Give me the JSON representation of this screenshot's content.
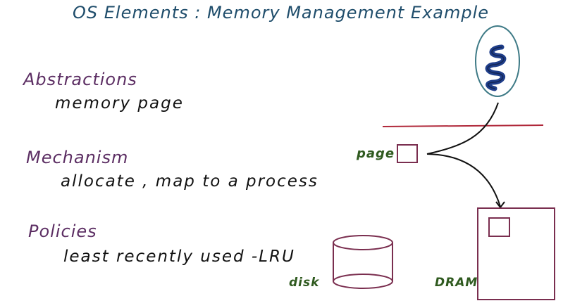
{
  "title": "OS Elements : Memory Management Example",
  "sections": {
    "abstractions": {
      "heading": "Abstractions",
      "detail": "memory page"
    },
    "mechanism": {
      "heading": "Mechanism",
      "detail": "allocate , map to a process"
    },
    "policies": {
      "heading": "Policies",
      "detail": "least recently used -LRU"
    }
  },
  "diagram": {
    "page_label": "page",
    "disk_label": "disk",
    "dram_label": "DRAM",
    "icons": [
      "process-thread-icon",
      "disk-cylinder-icon",
      "dram-box-icon",
      "memory-page-icon"
    ],
    "colors": {
      "title": "#1f4d6b",
      "heading": "#5c2e63",
      "label": "#2f5a1f",
      "shape": "#7a2e4f",
      "divider": "#b0283a",
      "process_outline": "#3e7a86",
      "thread": "#1f3e8a"
    }
  }
}
